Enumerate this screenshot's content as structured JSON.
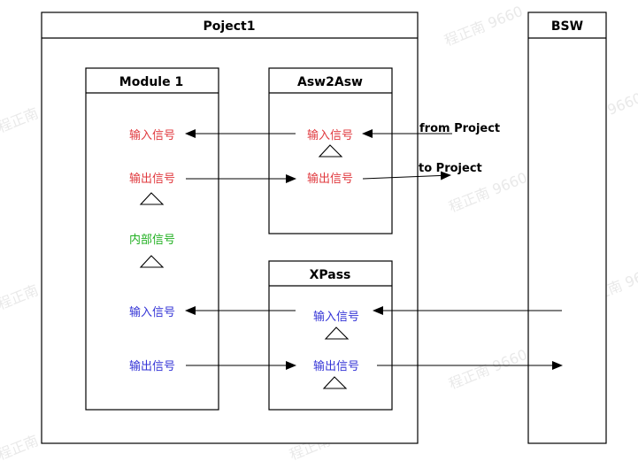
{
  "colors": {
    "input": "#e0393e",
    "internal": "#22b022",
    "bsw": "#3434d6",
    "line": "#000000"
  },
  "project": {
    "title": "Poject1"
  },
  "bsw": {
    "title": "BSW"
  },
  "module1": {
    "title": "Module 1",
    "app_input_label": "输入信号",
    "app_output_label": "输出信号",
    "internal_label": "内部信号",
    "bsw_input_label": "输入信号",
    "bsw_output_label": "输出信号"
  },
  "asw2asw": {
    "title": "Asw2Asw",
    "input_label": "输入信号",
    "output_label": "输出信号"
  },
  "xpass": {
    "title": "XPass",
    "input_label": "输入信号",
    "output_label": "输出信号"
  },
  "external": {
    "from_project": "from Project",
    "to_project": "to Project"
  },
  "watermark": "程正南 9660",
  "icons": {
    "triangle": "triangle-icon",
    "arrow": "arrowhead-icon"
  }
}
